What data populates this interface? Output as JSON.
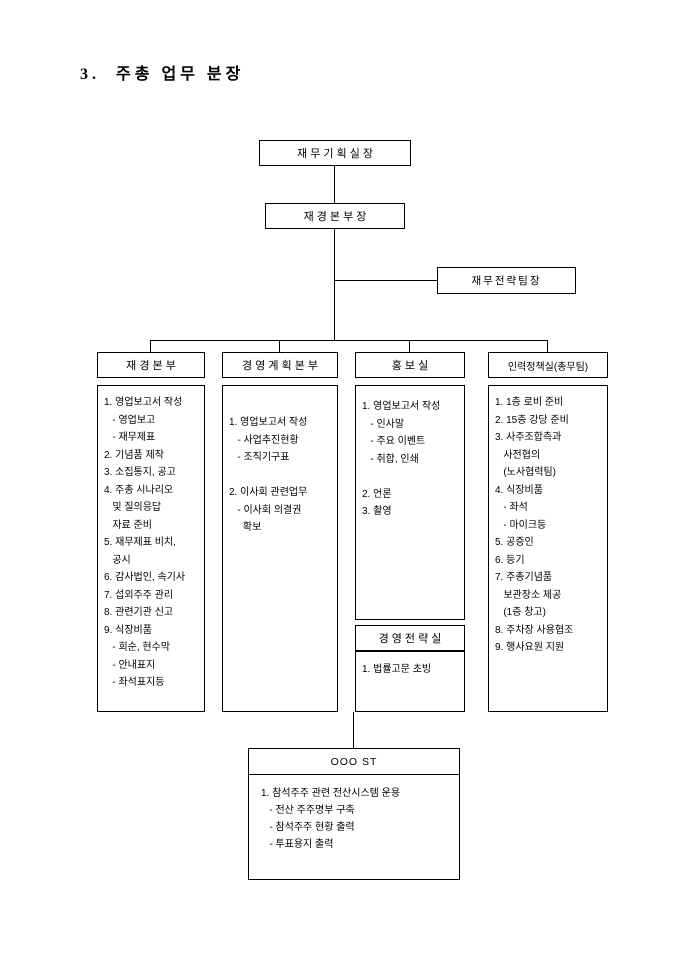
{
  "title": "3.  주총 업무 분장",
  "org": {
    "root": "재 무 기 획 실 장",
    "deputy": "재 경 본 부 장",
    "side": "재무전략팀장",
    "columns": [
      {
        "header": "재 경 본 부",
        "items": [
          "1. 영업보고서 작성",
          "   - 영업보고",
          "   - 재무제표",
          "2. 기념품 제작",
          "3. 소집통지, 공고",
          "4. 주총 시나리오",
          "   및 질의응답",
          "   자료 준비",
          "5. 재무제표 비치,",
          "   공시",
          "6. 감사법인, 속기사",
          "7. 섭외주주 관리",
          "8. 관련기관 신고",
          "9. 식장비품",
          "   - 회순, 현수막",
          "   - 안내표지",
          "   - 좌석표지등"
        ]
      },
      {
        "header": "경 영 계 획 본 부",
        "items": [
          "1. 영업보고서 작성",
          "   - 사업추진현황",
          "   - 조직기구표",
          "",
          "2. 이사회 관련업무",
          "   - 이사회 의결권",
          "     확보"
        ]
      },
      {
        "header": "홍 보 실",
        "items": [
          "1. 영업보고서 작성",
          "   - 인사말",
          "   - 주요 이벤트",
          "   - 취합, 인쇄",
          "",
          "2. 언론",
          "3. 촬영"
        ],
        "sub": {
          "header": "경 영 전 략 실",
          "items": [
            "1. 법률고문 초빙"
          ]
        }
      },
      {
        "header": "인력정책실(총무팀)",
        "items": [
          "1. 1층 로비 준비",
          "2. 15층 강당 준비",
          "3. 사주조합측과",
          "   사전협의",
          "   (노사협력팀)",
          "4. 식장비품",
          "   - 좌석",
          "   - 마이크등",
          "5. 공증인",
          "6. 등기",
          "7. 주총기념품",
          "   보관장소 제공",
          "   (1층 창고)",
          "8. 주차장 사용협조",
          "9. 행사요원 지원"
        ]
      }
    ],
    "bottom": {
      "header": "OOO ST",
      "items": [
        "1. 참석주주 관련 전산시스템 운용",
        "   - 전산 주주명부 구축",
        "   - 참석주주 현황 출력",
        "   - 투표용지 출력"
      ]
    }
  }
}
